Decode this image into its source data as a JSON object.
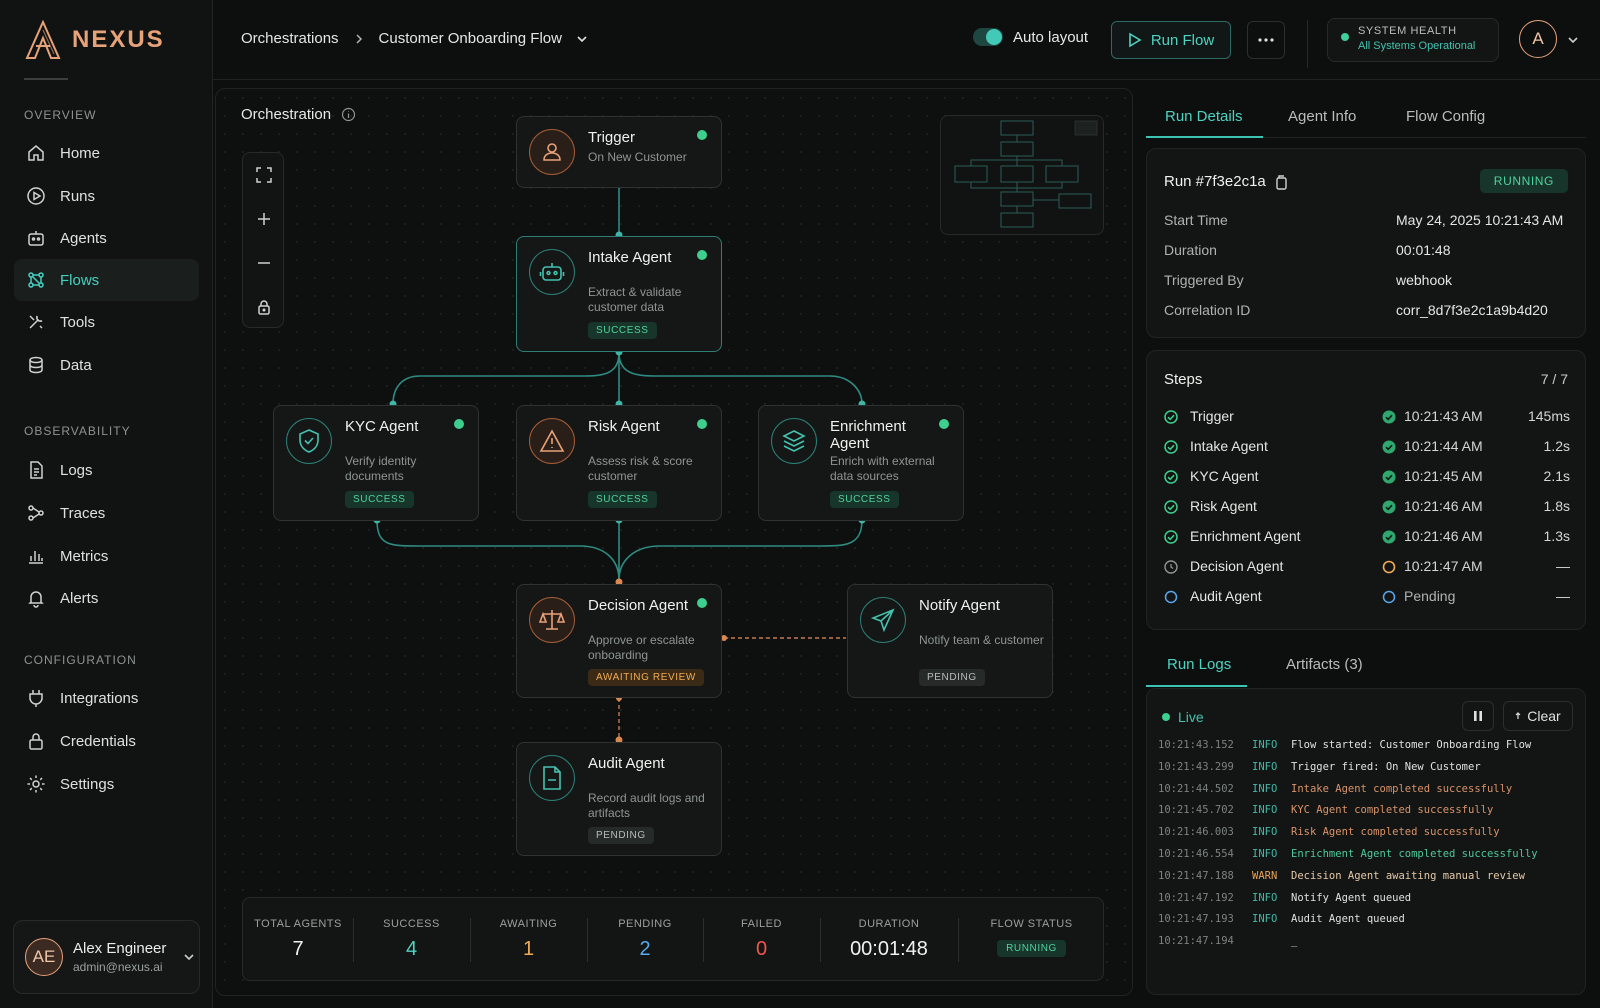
{
  "app": {
    "brand": "NEXUS"
  },
  "sidebar": {
    "sections": [
      "OVERVIEW",
      "OBSERVABILITY",
      "CONFIGURATION"
    ],
    "overview": [
      {
        "label": "Home",
        "icon": "home-icon"
      },
      {
        "label": "Runs",
        "icon": "play-circle-icon"
      },
      {
        "label": "Agents",
        "icon": "robot-icon"
      },
      {
        "label": "Flows",
        "icon": "flows-icon"
      },
      {
        "label": "Tools",
        "icon": "tools-icon"
      },
      {
        "label": "Data",
        "icon": "database-icon"
      }
    ],
    "observability": [
      {
        "label": "Logs",
        "icon": "document-icon"
      },
      {
        "label": "Traces",
        "icon": "traces-icon"
      },
      {
        "label": "Metrics",
        "icon": "bar-chart-icon"
      },
      {
        "label": "Alerts",
        "icon": "bell-icon"
      }
    ],
    "configuration": [
      {
        "label": "Integrations",
        "icon": "plug-icon"
      },
      {
        "label": "Credentials",
        "icon": "lock-icon"
      },
      {
        "label": "Settings",
        "icon": "gear-icon"
      }
    ],
    "user": {
      "initials": "AE",
      "name": "Alex Engineer",
      "email": "admin@nexus.ai"
    }
  },
  "header": {
    "breadcrumb": [
      "Orchestrations",
      "Customer Onboarding Flow"
    ],
    "auto_layout_label": "Auto layout",
    "auto_layout_on": true,
    "run_flow_label": "Run Flow",
    "health_title": "SYSTEM HEALTH",
    "health_status": "All Systems Operational",
    "avatar_initial": "A"
  },
  "canvas": {
    "title": "Orchestration",
    "nodes": {
      "trigger": {
        "title": "Trigger",
        "desc": "On New Customer"
      },
      "intake": {
        "title": "Intake Agent",
        "desc": "Extract & validate customer data",
        "status": "SUCCESS"
      },
      "kyc": {
        "title": "KYC Agent",
        "desc": "Verify identity documents",
        "status": "SUCCESS"
      },
      "risk": {
        "title": "Risk Agent",
        "desc": "Assess risk & score customer",
        "status": "SUCCESS"
      },
      "enrich": {
        "title": "Enrichment Agent",
        "desc": "Enrich with external data sources",
        "status": "SUCCESS"
      },
      "decision": {
        "title": "Decision Agent",
        "desc": "Approve or escalate onboarding",
        "status": "AWAITING REVIEW"
      },
      "notify": {
        "title": "Notify Agent",
        "desc": "Notify team & customer",
        "status": "PENDING"
      },
      "audit": {
        "title": "Audit Agent",
        "desc": "Record audit logs and artifacts",
        "status": "PENDING"
      }
    },
    "stats": [
      {
        "label": "TOTAL AGENTS",
        "value": "7",
        "color": "#f0f1ef"
      },
      {
        "label": "SUCCESS",
        "value": "4",
        "color": "#4fd3c1"
      },
      {
        "label": "AWAITING",
        "value": "1",
        "color": "#f0ab55"
      },
      {
        "label": "PENDING",
        "value": "2",
        "color": "#5aa8f0"
      },
      {
        "label": "FAILED",
        "value": "0",
        "color": "#f0564a"
      },
      {
        "label": "DURATION",
        "value": "00:01:48",
        "color": "#f0f1ef"
      },
      {
        "label": "FLOW STATUS",
        "value": "RUNNING",
        "color": "#4fd39b"
      }
    ]
  },
  "panel": {
    "tabs": [
      "Run Details",
      "Agent Info",
      "Flow Config"
    ],
    "run": {
      "id": "Run #7f3e2c1a",
      "status": "RUNNING",
      "fields": [
        {
          "label": "Start Time",
          "value": "May 24, 2025 10:21:43 AM"
        },
        {
          "label": "Duration",
          "value": "00:01:48"
        },
        {
          "label": "Triggered By",
          "value": "webhook"
        },
        {
          "label": "Correlation ID",
          "value": "corr_8d7f3e2c1a9b4d20"
        }
      ]
    },
    "steps": {
      "title": "Steps",
      "count": "7 / 7",
      "rows": [
        {
          "name": "Trigger",
          "time": "10:21:43 AM",
          "dur": "145ms",
          "state": "done"
        },
        {
          "name": "Intake Agent",
          "time": "10:21:44 AM",
          "dur": "1.2s",
          "state": "done"
        },
        {
          "name": "KYC Agent",
          "time": "10:21:45 AM",
          "dur": "2.1s",
          "state": "done"
        },
        {
          "name": "Risk Agent",
          "time": "10:21:46 AM",
          "dur": "1.8s",
          "state": "done"
        },
        {
          "name": "Enrichment Agent",
          "time": "10:21:46 AM",
          "dur": "1.3s",
          "state": "done"
        },
        {
          "name": "Decision Agent",
          "time": "10:21:47 AM",
          "dur": "—",
          "state": "await"
        },
        {
          "name": "Audit Agent",
          "time": "Pending",
          "dur": "—",
          "state": "pending"
        }
      ]
    },
    "log_tabs": [
      "Run Logs",
      "Artifacts (3)"
    ],
    "live_label": "Live",
    "clear_label": "Clear",
    "logs": [
      {
        "t": "10:21:43.152",
        "lvl": "INFO",
        "msg": "Flow started: Customer Onboarding Flow",
        "tone": "plain"
      },
      {
        "t": "10:21:43.299",
        "lvl": "INFO",
        "msg": "Trigger fired: On New Customer",
        "tone": "plain"
      },
      {
        "t": "10:21:44.502",
        "lvl": "INFO",
        "msg": "Intake Agent completed successfully",
        "tone": "orange"
      },
      {
        "t": "10:21:45.702",
        "lvl": "INFO",
        "msg": "KYC Agent completed successfully",
        "tone": "orange"
      },
      {
        "t": "10:21:46.003",
        "lvl": "INFO",
        "msg": "Risk Agent completed successfully",
        "tone": "orange"
      },
      {
        "t": "10:21:46.554",
        "lvl": "INFO",
        "msg": "Enrichment Agent completed successfully",
        "tone": "green"
      },
      {
        "t": "10:21:47.188",
        "lvl": "WARN",
        "msg": "Decision Agent awaiting manual review",
        "tone": "warn"
      },
      {
        "t": "10:21:47.192",
        "lvl": "INFO",
        "msg": "Notify Agent queued",
        "tone": "plain"
      },
      {
        "t": "10:21:47.193",
        "lvl": "INFO",
        "msg": "Audit Agent queued",
        "tone": "plain"
      },
      {
        "t": "10:21:47.194",
        "lvl": "",
        "msg": "_",
        "tone": "plain"
      }
    ]
  }
}
